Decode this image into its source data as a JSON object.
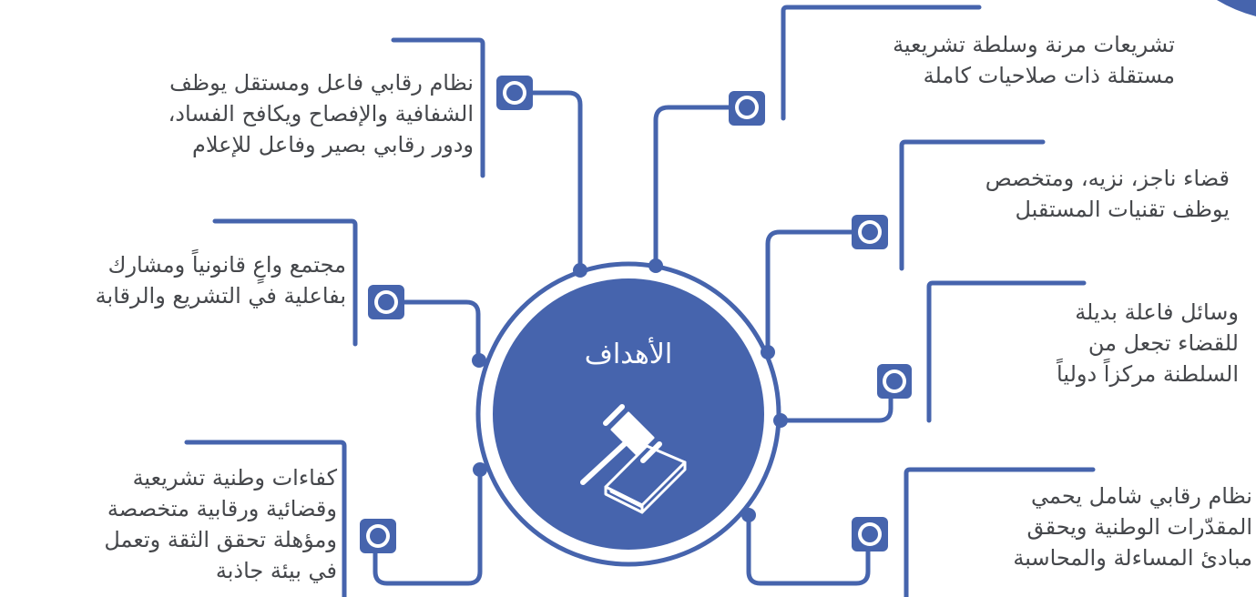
{
  "colors": {
    "primary": "#4664ad",
    "connector": "#4664ad",
    "text": "#45474b",
    "background": "#ffffff"
  },
  "center": {
    "title": "الأهداف",
    "icon": "gavel-book-icon"
  },
  "goals": {
    "right_1": "تشريعات مرنة وسلطة تشريعية\nمستقلة ذات صلاحيات كاملة",
    "right_2": "قضاء ناجز، نزيه، ومتخصص\nيوظف تقنيات المستقبل",
    "right_3": "وسائل فاعلة بديلة\nللقضاء تجعل من\nالسلطنة مركزاً دولياً",
    "right_4": "نظام رقابي شامل يحمي\nالمقدّرات الوطنية ويحقق\nمبادئ المساءلة والمحاسبة",
    "left_1": "نظام رقابي فاعل ومستقل يوظف\nالشفافية والإفصاح ويكافح الفساد،\nودور رقابي بصير وفاعل للإعلام",
    "left_2": "مجتمع واعٍ قانونياً ومشارك\nبفاعلية في التشريع والرقابة",
    "left_3": "كفاءات وطنية تشريعية\nوقضائية ورقابية متخصصة\nومؤهلة تحقق الثقة وتعمل\nفي بيئة جاذبة"
  }
}
